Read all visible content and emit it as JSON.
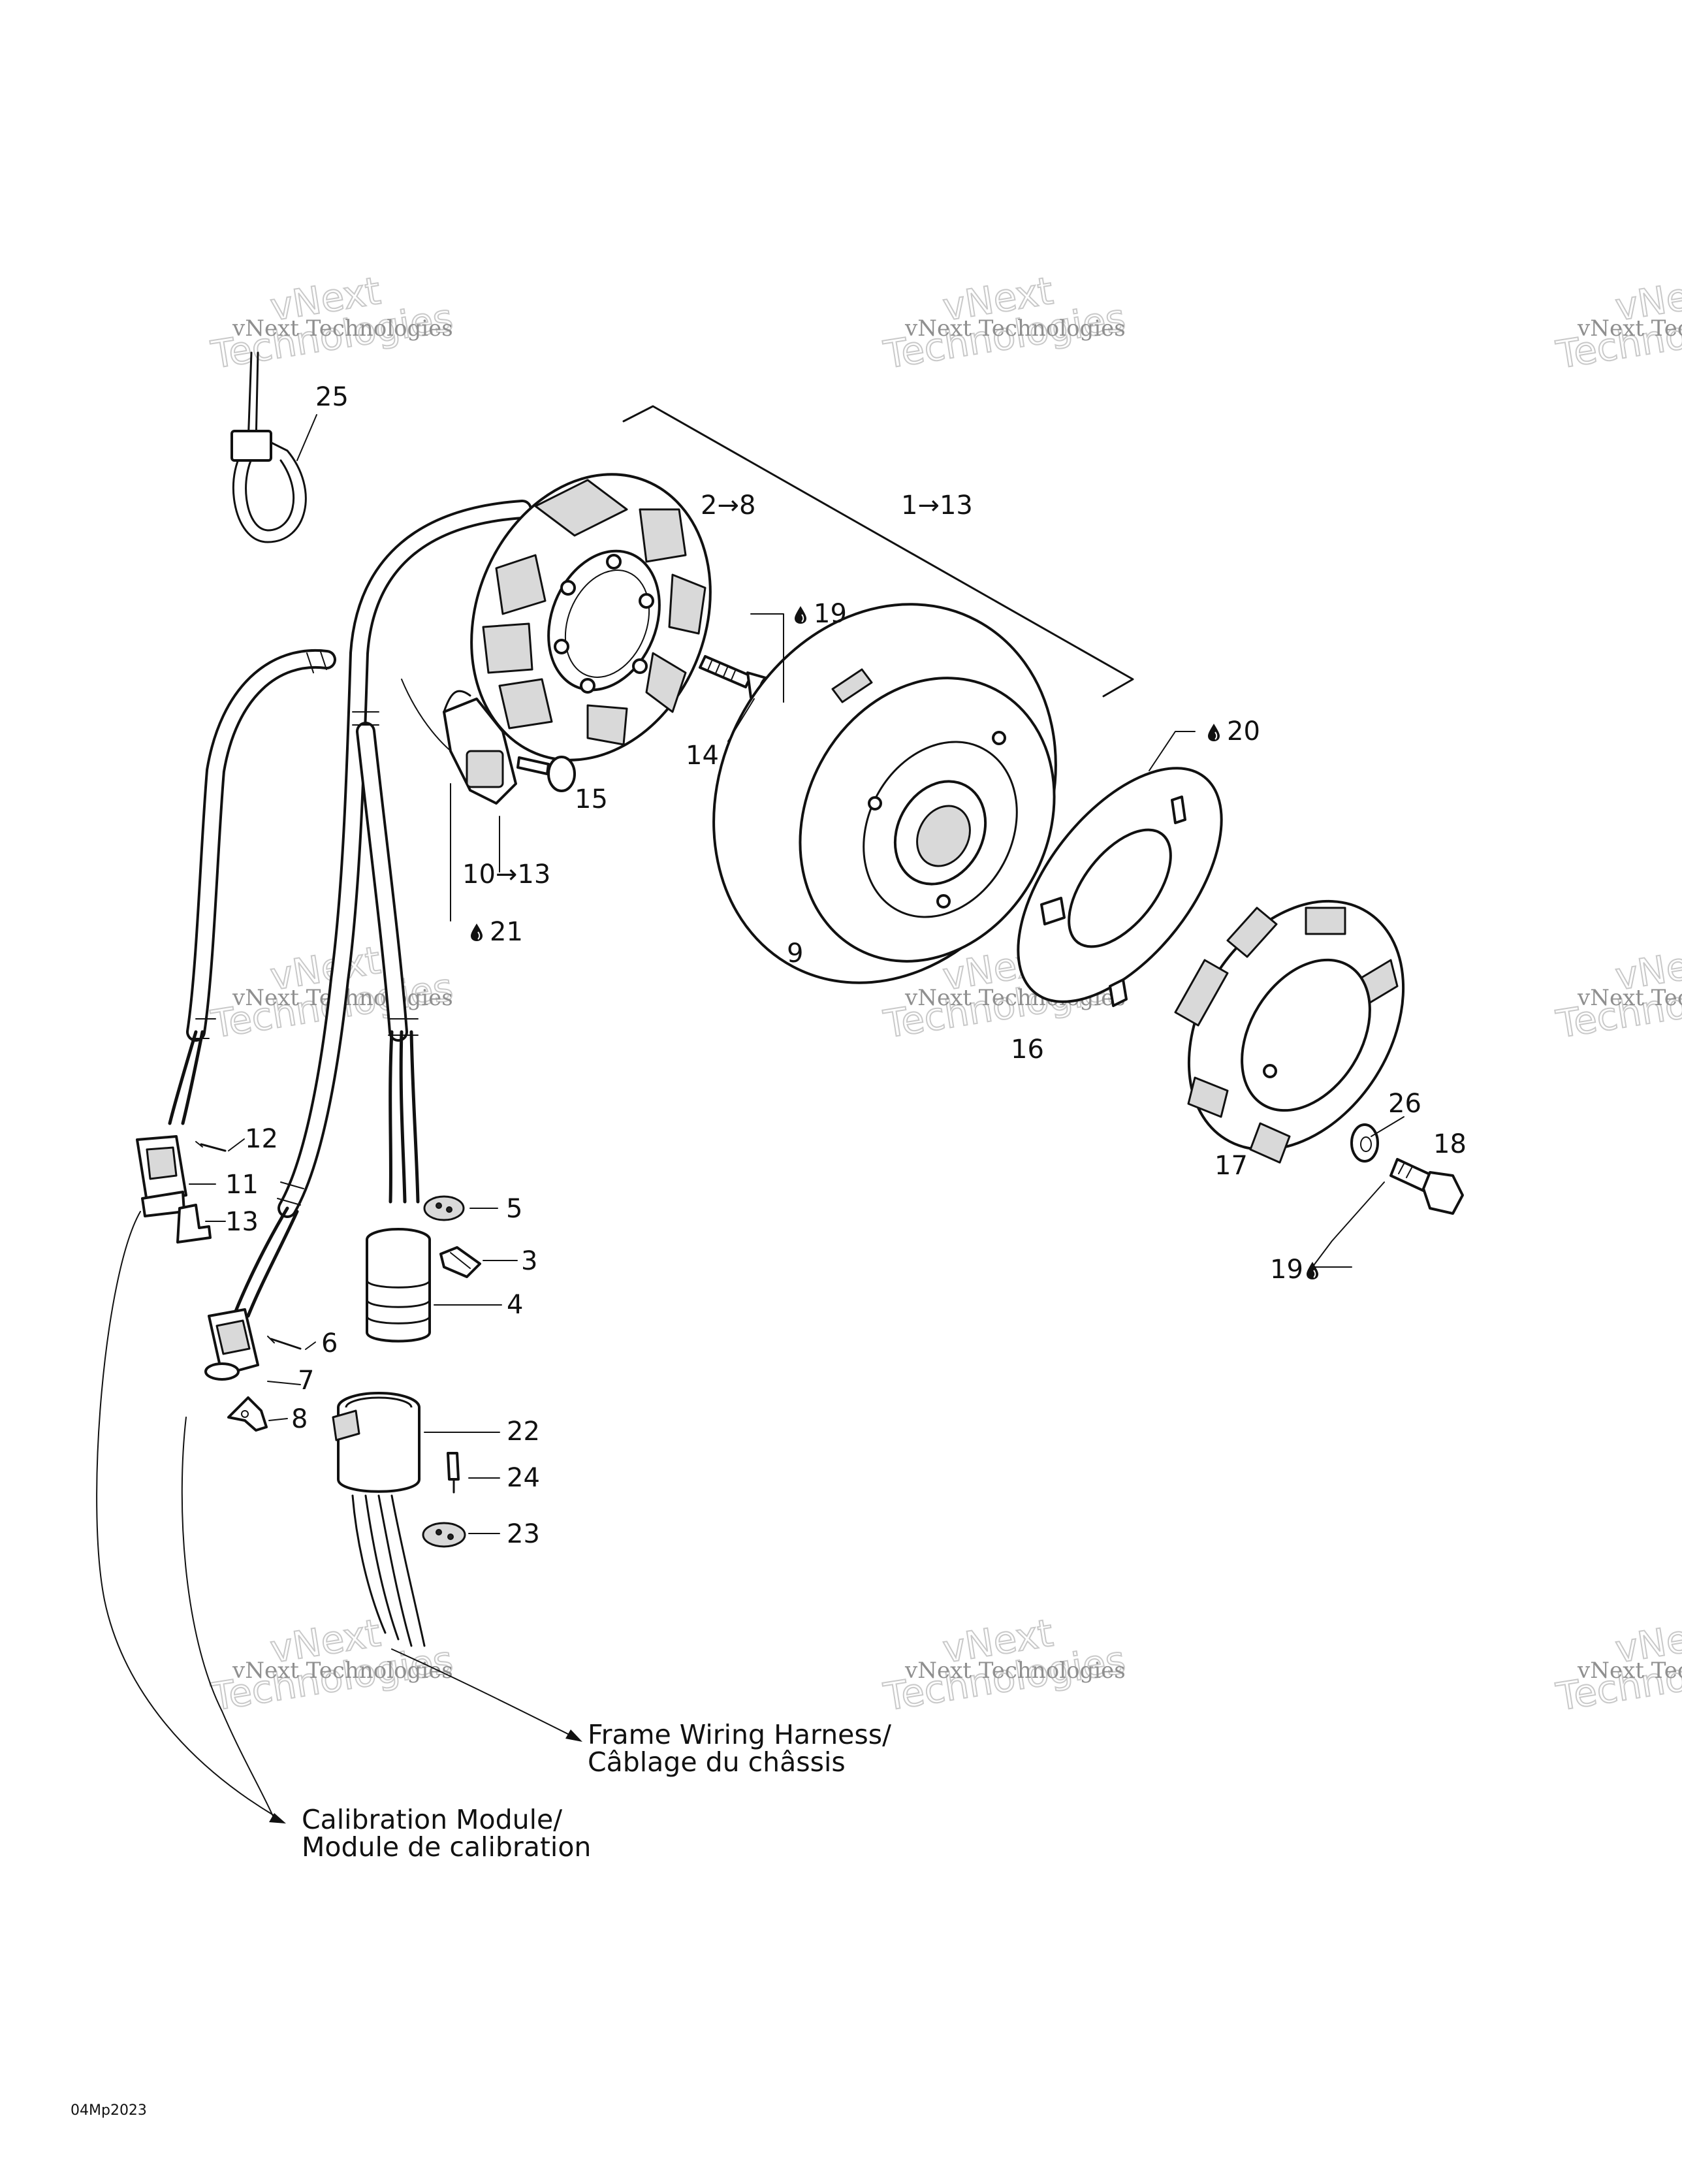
{
  "watermark": {
    "line1": "vNext Technologies",
    "line2": "vNext",
    "line3": "Technologies"
  },
  "callouts": {
    "c25": "25",
    "c2to8": "2→8",
    "c1to13": "1→13",
    "c19a": "19",
    "c14": "14",
    "c15": "15",
    "c10to13": "10→13",
    "c21": "21",
    "c9": "9",
    "c20": "20",
    "c16": "16",
    "c17": "17",
    "c26": "26",
    "c18": "18",
    "c19b": "19",
    "c12": "12",
    "c11": "11",
    "c13": "13",
    "c5": "5",
    "c3": "3",
    "c4": "4",
    "c6": "6",
    "c7": "7",
    "c8": "8",
    "c22": "22",
    "c24": "24",
    "c23": "23"
  },
  "notes": {
    "frame_harness_en": "Frame Wiring Harness/",
    "frame_harness_fr": "Câblage du châssis",
    "calibration_en": "Calibration Module/",
    "calibration_fr": "Module de calibration"
  },
  "drawing_code": "04Mp2023",
  "icons": {
    "drop": "oil-drop-icon"
  }
}
